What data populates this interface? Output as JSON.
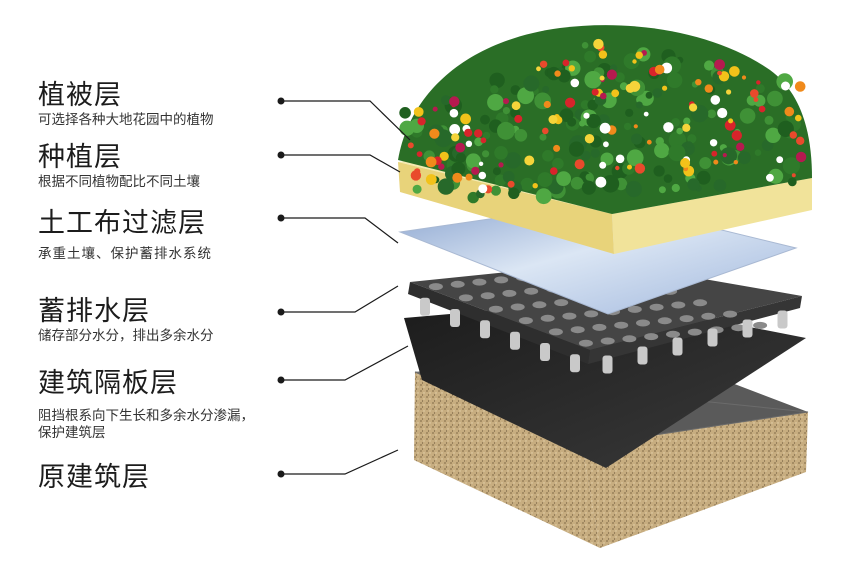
{
  "layers": [
    {
      "title": "植被层",
      "desc": [
        "可选择各种大地花园中的植物"
      ]
    },
    {
      "title": "种植层",
      "desc": [
        "根据不同植物配比不同土壤"
      ]
    },
    {
      "title": "土工布过滤层",
      "desc": [
        "承重土壤、保护蓄排水系统"
      ]
    },
    {
      "title": "蓄排水层",
      "desc": [
        "储存部分水分，排出多余水分"
      ]
    },
    {
      "title": "建筑隔板层",
      "desc": [
        "阻挡根系向下生长和多余水分渗漏，",
        "保护建筑层"
      ]
    },
    {
      "title": "原建筑层",
      "desc": []
    }
  ],
  "colors": {
    "leader": "#1a1a1a",
    "soil": "#f3e9a4",
    "fabric": "#b9cbe4",
    "drain": "#3a3a3a",
    "membrane": "#2a2a2a",
    "concrete": "#cbb38a",
    "plants": "#2f7a2a"
  }
}
